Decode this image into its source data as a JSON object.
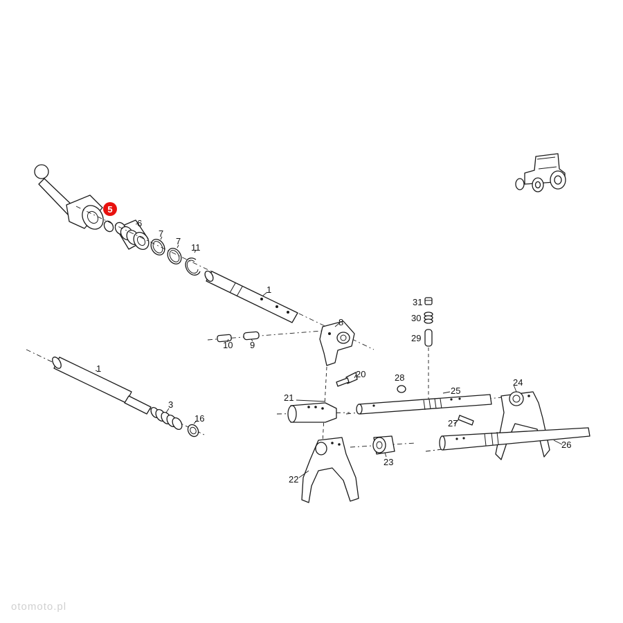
{
  "diagram": {
    "highlight_color": "#e8120f",
    "highlighted_part": "5",
    "labels": {
      "p1a": "1",
      "p5": "5",
      "p6": "6",
      "p7a": "7",
      "p7b": "7",
      "p11": "11",
      "p8": "8",
      "p10": "10",
      "p9": "9",
      "p1b": "1",
      "p3": "3",
      "p16": "16",
      "p31": "31",
      "p30": "30",
      "p29": "29",
      "p20": "20",
      "p28": "28",
      "p21": "21",
      "p25": "25",
      "p24": "24",
      "p27": "27",
      "p26": "26",
      "p23": "23",
      "p22": "22"
    }
  },
  "watermark": "otomoto.pl"
}
